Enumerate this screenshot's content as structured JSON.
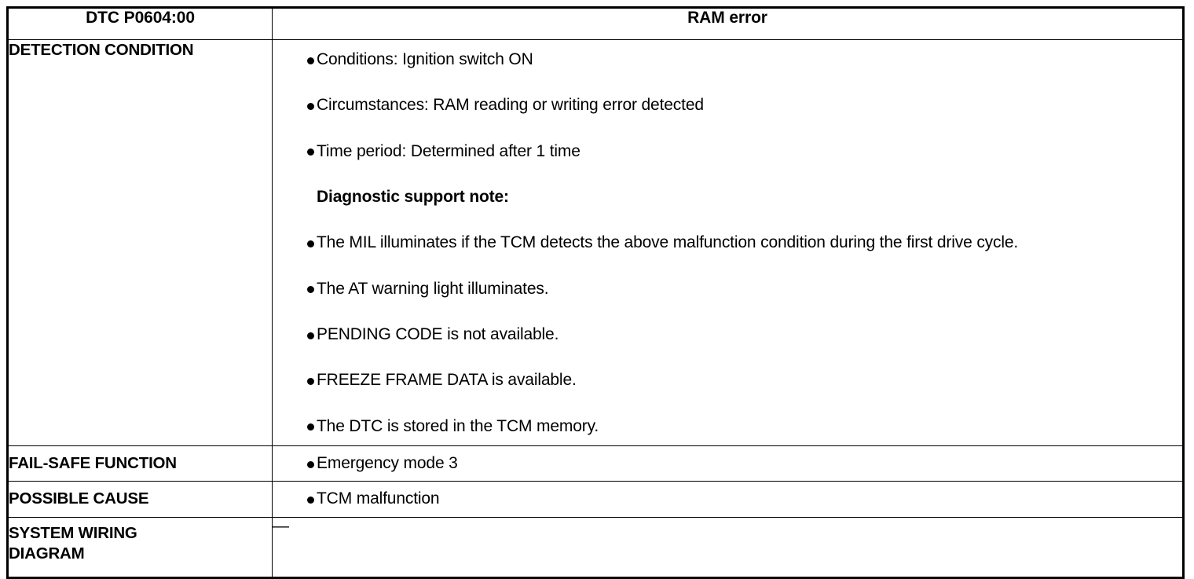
{
  "document": {
    "type": "diagnostic-trouble-code-table"
  },
  "header": {
    "dtc_code": "DTC P0604:00",
    "fault_name": "RAM error"
  },
  "rows": [
    {
      "label": "DETECTION CONDITION",
      "label_lines": [
        "DETECTION CONDITION"
      ],
      "items": [
        {
          "kind": "bullet",
          "text": "Conditions: Ignition switch ON"
        },
        {
          "kind": "bullet",
          "text": "Circumstances: RAM reading or writing error detected"
        },
        {
          "kind": "bullet",
          "text": "Time period: Determined after 1 time"
        },
        {
          "kind": "note",
          "text": "Diagnostic support note:"
        },
        {
          "kind": "bullet",
          "text": "The MIL illuminates if the TCM detects the above malfunction condition during the first drive cycle."
        },
        {
          "kind": "bullet",
          "text": "The AT warning light illuminates."
        },
        {
          "kind": "bullet",
          "text": "PENDING CODE is not available."
        },
        {
          "kind": "bullet",
          "text": "FREEZE FRAME DATA is available."
        },
        {
          "kind": "bullet",
          "text": "The DTC is stored in the TCM memory."
        }
      ]
    },
    {
      "label": "FAIL-SAFE FUNCTION",
      "label_lines": [
        "FAIL-SAFE FUNCTION"
      ],
      "items": [
        {
          "kind": "bullet",
          "text": "Emergency mode 3"
        }
      ]
    },
    {
      "label": "POSSIBLE CAUSE",
      "label_lines": [
        "POSSIBLE CAUSE"
      ],
      "items": [
        {
          "kind": "bullet",
          "text": "TCM malfunction"
        }
      ]
    },
    {
      "label": "SYSTEM WIRING DIAGRAM",
      "label_lines": [
        "SYSTEM WIRING",
        "DIAGRAM"
      ],
      "items": [
        {
          "kind": "dash",
          "text": "—"
        }
      ]
    }
  ],
  "colors": {
    "border": "#000000",
    "text": "#000000",
    "background": "#ffffff"
  }
}
